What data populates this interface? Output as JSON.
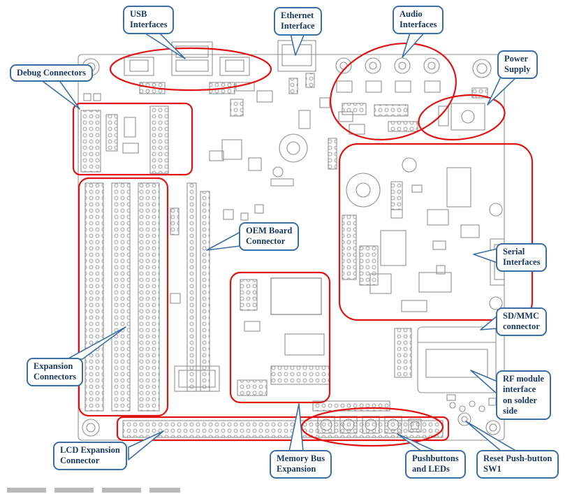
{
  "colors": {
    "highlight_red": "#e01212",
    "callout_border_blue": "#3a6ea5",
    "callout_text_navy": "#17365d",
    "board_line_gray": "#8f8f8f"
  },
  "callouts": [
    {
      "id": "usb",
      "label": "USB\nInterfaces"
    },
    {
      "id": "ethernet",
      "label": "Ethernet\nInterface"
    },
    {
      "id": "audio",
      "label": "Audio\nInterfaces"
    },
    {
      "id": "power",
      "label": "Power\nSupply"
    },
    {
      "id": "debug",
      "label": "Debug Connectors"
    },
    {
      "id": "oem",
      "label": "OEM Board\nConnector"
    },
    {
      "id": "serial",
      "label": "Serial\nInterfaces"
    },
    {
      "id": "sdmmc",
      "label": "SD/MMC\nconnector"
    },
    {
      "id": "rf",
      "label": "RF module\ninterface\non solder\nside"
    },
    {
      "id": "expansion",
      "label": "Expansion\nConnectors"
    },
    {
      "id": "lcd",
      "label": "LCD Expansion\nConnector"
    },
    {
      "id": "membus",
      "label": "Memory Bus\nExpansion"
    },
    {
      "id": "pushbuttons",
      "label": "Pushbuttons\nand LEDs"
    },
    {
      "id": "reset",
      "label": "Reset Push-button\nSW1"
    }
  ]
}
